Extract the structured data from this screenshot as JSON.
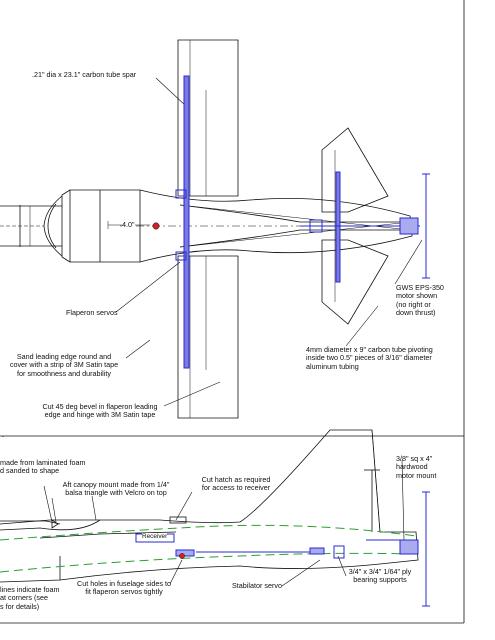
{
  "top_view": {
    "labels": {
      "spar": ".21\" dia x 23.1\" carbon tube spar",
      "cg_dim": "4.0\"",
      "flaperon_servos": "Flaperon servos",
      "sand_edge": "Sand leading edge round and\ncover with a strip of 3M Satin tape\nfor smoothness and durability",
      "bevel": "Cut 45 deg bevel in flaperon leading\nedge and hinge with 3M Satin tape",
      "motor": "GWS EPS-350\nmotor shown\n(no right or\ndown thrust)",
      "carbon_tube": "4mm diameter x 9\" carbon tube pivoting\ninside two 0.5\" pieces of 3/16\" diameter\naluminum tubing"
    }
  },
  "side_view": {
    "labels": {
      "foam": "made from laminated foam\nd sanded to shape",
      "canopy": "Aft canopy mount made from 1/4\"\nbalsa triangle with Velcro on top",
      "hatch": "Cut hatch as required\nfor access to receiver",
      "motor_mount": "3/8\" sq x 4\"\nhardwood\nmotor mount",
      "receiver": "Receiver",
      "holes": "Cut holes in fuselage sides to\nfit flaperon servos tightly",
      "stab_servo": "Stabilator servo",
      "ply": "3/4\" x 3/4\" 1/64\" ply\nbearing supports",
      "dashed_note": "lines indicate foam\nat corners (see\ns for details)"
    }
  },
  "colors": {
    "line": "#111111",
    "blue": "#2b2bd0",
    "green": "#2e9e2e",
    "red": "#d42020"
  }
}
